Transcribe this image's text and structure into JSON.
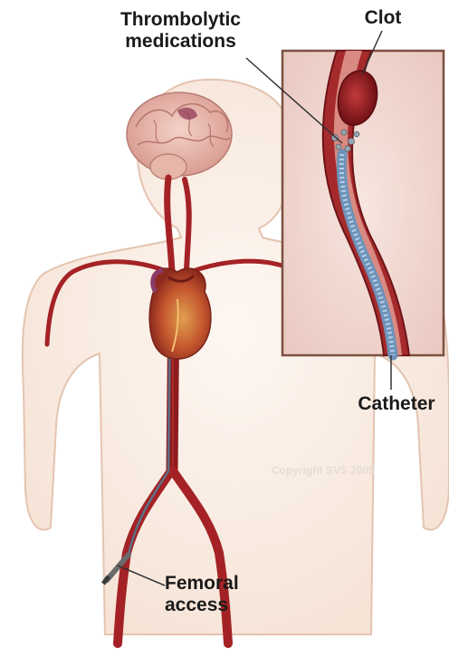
{
  "labels": {
    "thrombolytic_line1": "Thrombolytic",
    "thrombolytic_line2": "medications",
    "clot": "Clot",
    "catheter": "Catheter",
    "femoral_line1": "Femoral",
    "femoral_line2": "access"
  },
  "watermark": "Copyright SVS 2005",
  "colors": {
    "artery": "#b8282a",
    "artery_dark": "#7a1418",
    "catheter": "#8fb4d8",
    "body_fill": "#fbf4ee",
    "body_outline": "#e2c2ae",
    "inset_border": "#8a5a48"
  }
}
